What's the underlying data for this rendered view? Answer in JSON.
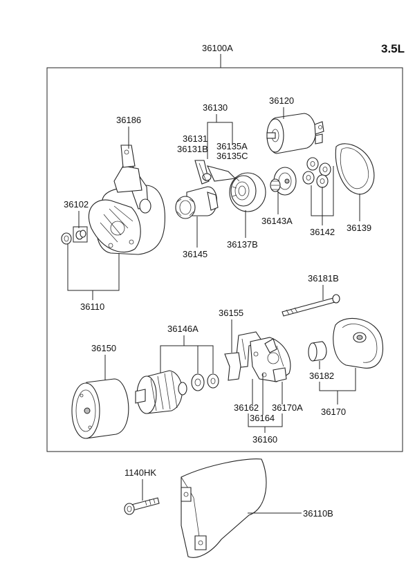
{
  "header": {
    "assembly_label": "36100A",
    "variant_label": "3.5L"
  },
  "labels": {
    "p36186": "36186",
    "p36130": "36130",
    "p36131": "36131",
    "p36131B": "36131B",
    "p36135A": "36135A",
    "p36135C": "36135C",
    "p36120": "36120",
    "p36102": "36102",
    "p36145": "36145",
    "p36137B": "36137B",
    "p36143A": "36143A",
    "p36142": "36142",
    "p36139": "36139",
    "p36110": "36110",
    "p36181B": "36181B",
    "p36146A": "36146A",
    "p36155": "36155",
    "p36150": "36150",
    "p36182": "36182",
    "p36162": "36162",
    "p36164": "36164",
    "p36170A": "36170A",
    "p36160": "36160",
    "p36170": "36170",
    "p1140HK": "1140HK",
    "p36110B": "36110B"
  }
}
